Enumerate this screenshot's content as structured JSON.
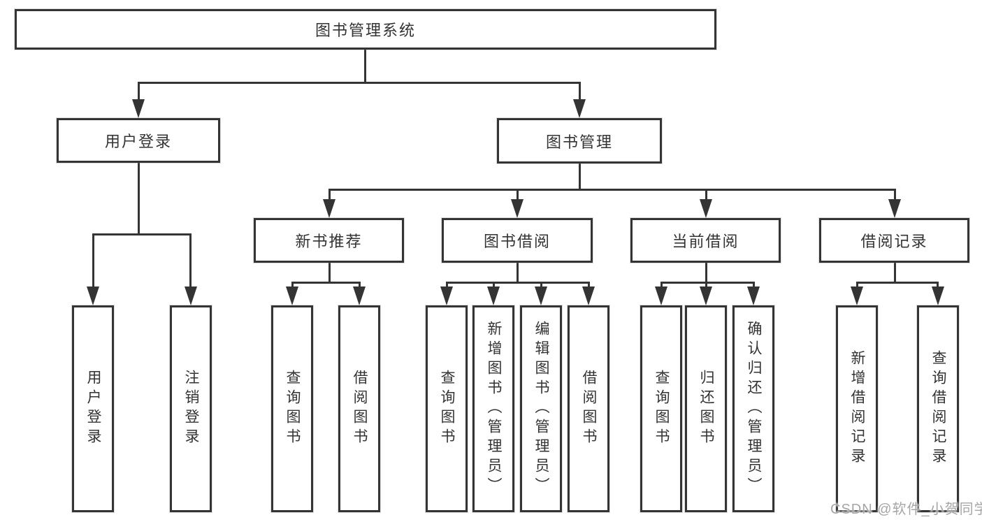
{
  "tree": {
    "label": "图书管理系统",
    "children": [
      {
        "label": "用户登录",
        "children": [
          {
            "label": "用户登录"
          },
          {
            "label": "注销登录"
          }
        ]
      },
      {
        "label": "图书管理",
        "children": [
          {
            "label": "新书推荐",
            "children": [
              {
                "label": "查询图书"
              },
              {
                "label": "借阅图书"
              }
            ]
          },
          {
            "label": "图书借阅",
            "children": [
              {
                "label": "查询图书"
              },
              {
                "label": "新增图书（管理员）"
              },
              {
                "label": "编辑图书（管理员）"
              },
              {
                "label": "借阅图书"
              }
            ]
          },
          {
            "label": "当前借阅",
            "children": [
              {
                "label": "查询图书"
              },
              {
                "label": "归还图书"
              },
              {
                "label": "确认归还（管理员）"
              }
            ]
          },
          {
            "label": "借阅记录",
            "children": [
              {
                "label": "新增借阅记录"
              },
              {
                "label": "查询借阅记录"
              }
            ]
          }
        ]
      }
    ]
  },
  "watermark": "CSDN @软件_小贺同学",
  "colors": {
    "line": "#343434",
    "text": "#333333",
    "watermark": "#a6a6a6",
    "background": "#ffffff"
  }
}
